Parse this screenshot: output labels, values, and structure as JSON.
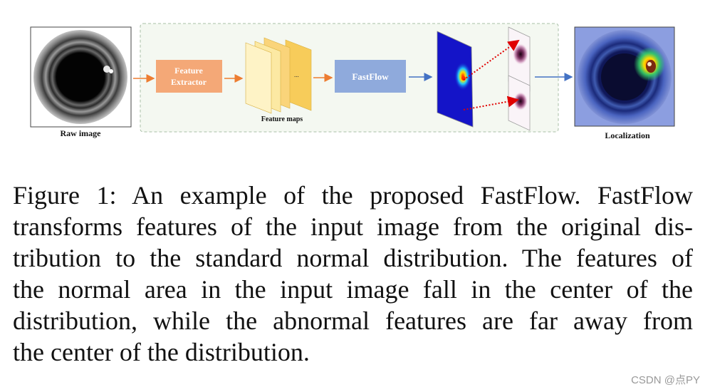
{
  "diagram": {
    "labels": {
      "raw_image": "Raw image",
      "feature_extractor_line1": "Feature",
      "feature_extractor_line2": "Extractor",
      "feature_maps": "Feature maps",
      "feature_maps_dots": "...",
      "fastflow": "FastFlow",
      "localization": "Localization"
    },
    "colors": {
      "feature_extractor": "#f4a877",
      "fastflow": "#8faadc",
      "feature_map_fill": "#fce9a3",
      "feature_map_back": "#f7cc5a",
      "orange_arrow": "#ed7d31",
      "blue_arrow": "#4472c4",
      "red_dotted_arrow": "#e00000",
      "dashed_border": "#a9bfa6",
      "dashed_bg": "#f4f8f1"
    }
  },
  "caption": {
    "lines": [
      "Figure 1: An example of the proposed FastFlow. FastFlow",
      "transforms features of the input image from the original dis-",
      "tribution to the standard normal distribution. The features of",
      "the normal area in the input image fall in the center of the",
      "distribution, while the abnormal features are far away from",
      "the center of the distribution."
    ]
  },
  "watermark": "CSDN @点PY"
}
